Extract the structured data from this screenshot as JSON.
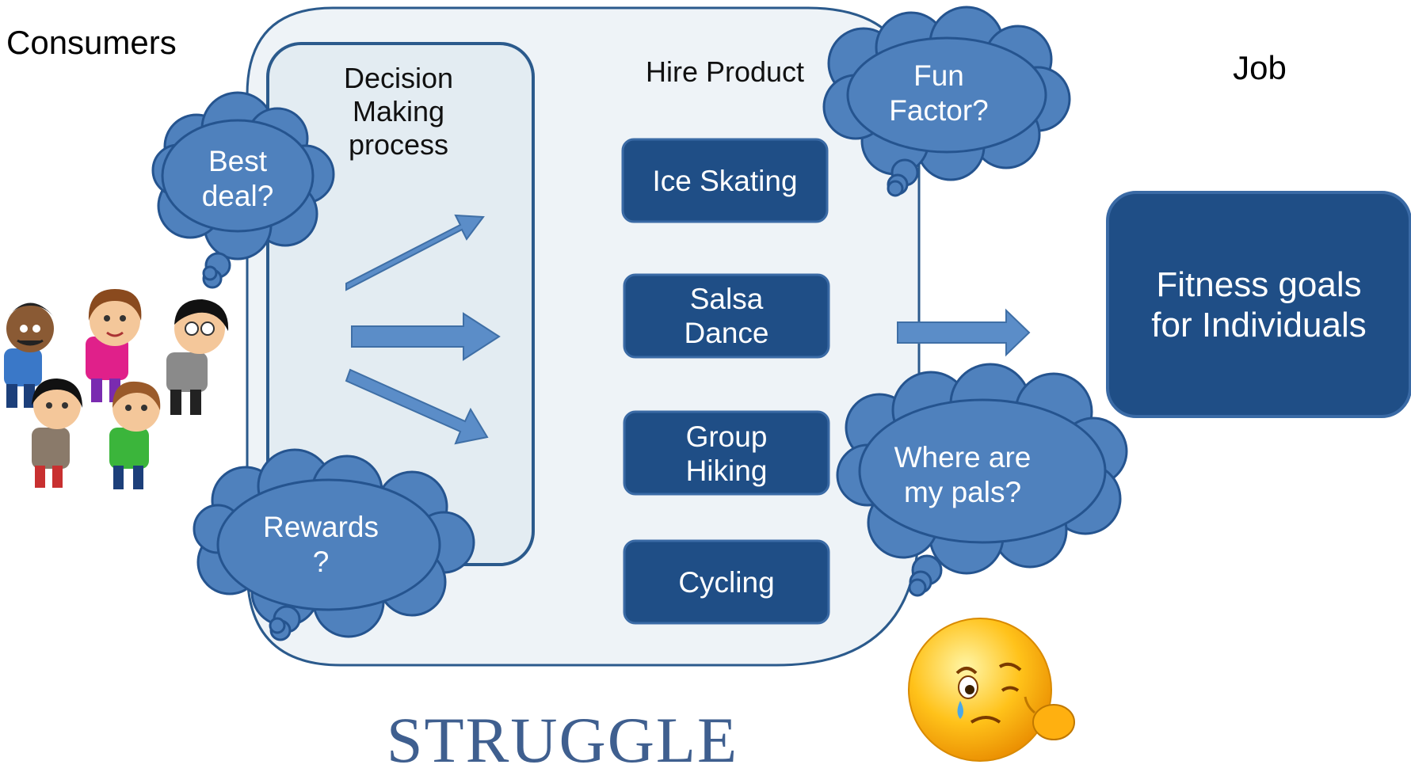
{
  "labels": {
    "consumers": "Consumers",
    "decision": "Decision\nMaking\nprocess",
    "hire_product": "Hire Product",
    "job": "Job",
    "struggle": "STRUGGLE"
  },
  "clouds": {
    "best_deal": "Best\ndeal?",
    "rewards": "Rewards\n?",
    "fun_factor": "Fun\nFactor?",
    "pals": "Where are\nmy pals?"
  },
  "products": [
    "Ice Skating",
    "Salsa\nDance",
    "Group\nHiking",
    "Cycling"
  ],
  "job_box": "Fitness goals\nfor Individuals",
  "colors": {
    "box_fill": "#1f4e86",
    "cloud_fill": "#4f81bd",
    "cloud_stroke": "#25548f",
    "panel_fill": "#eef3f7",
    "panel_stroke": "#2b5a8c",
    "arrow_fill": "#5b8dc8",
    "struggle_text": "#3f5f8f"
  },
  "icons": [
    "consumers-people-illustration",
    "crying-emoji-icon"
  ]
}
